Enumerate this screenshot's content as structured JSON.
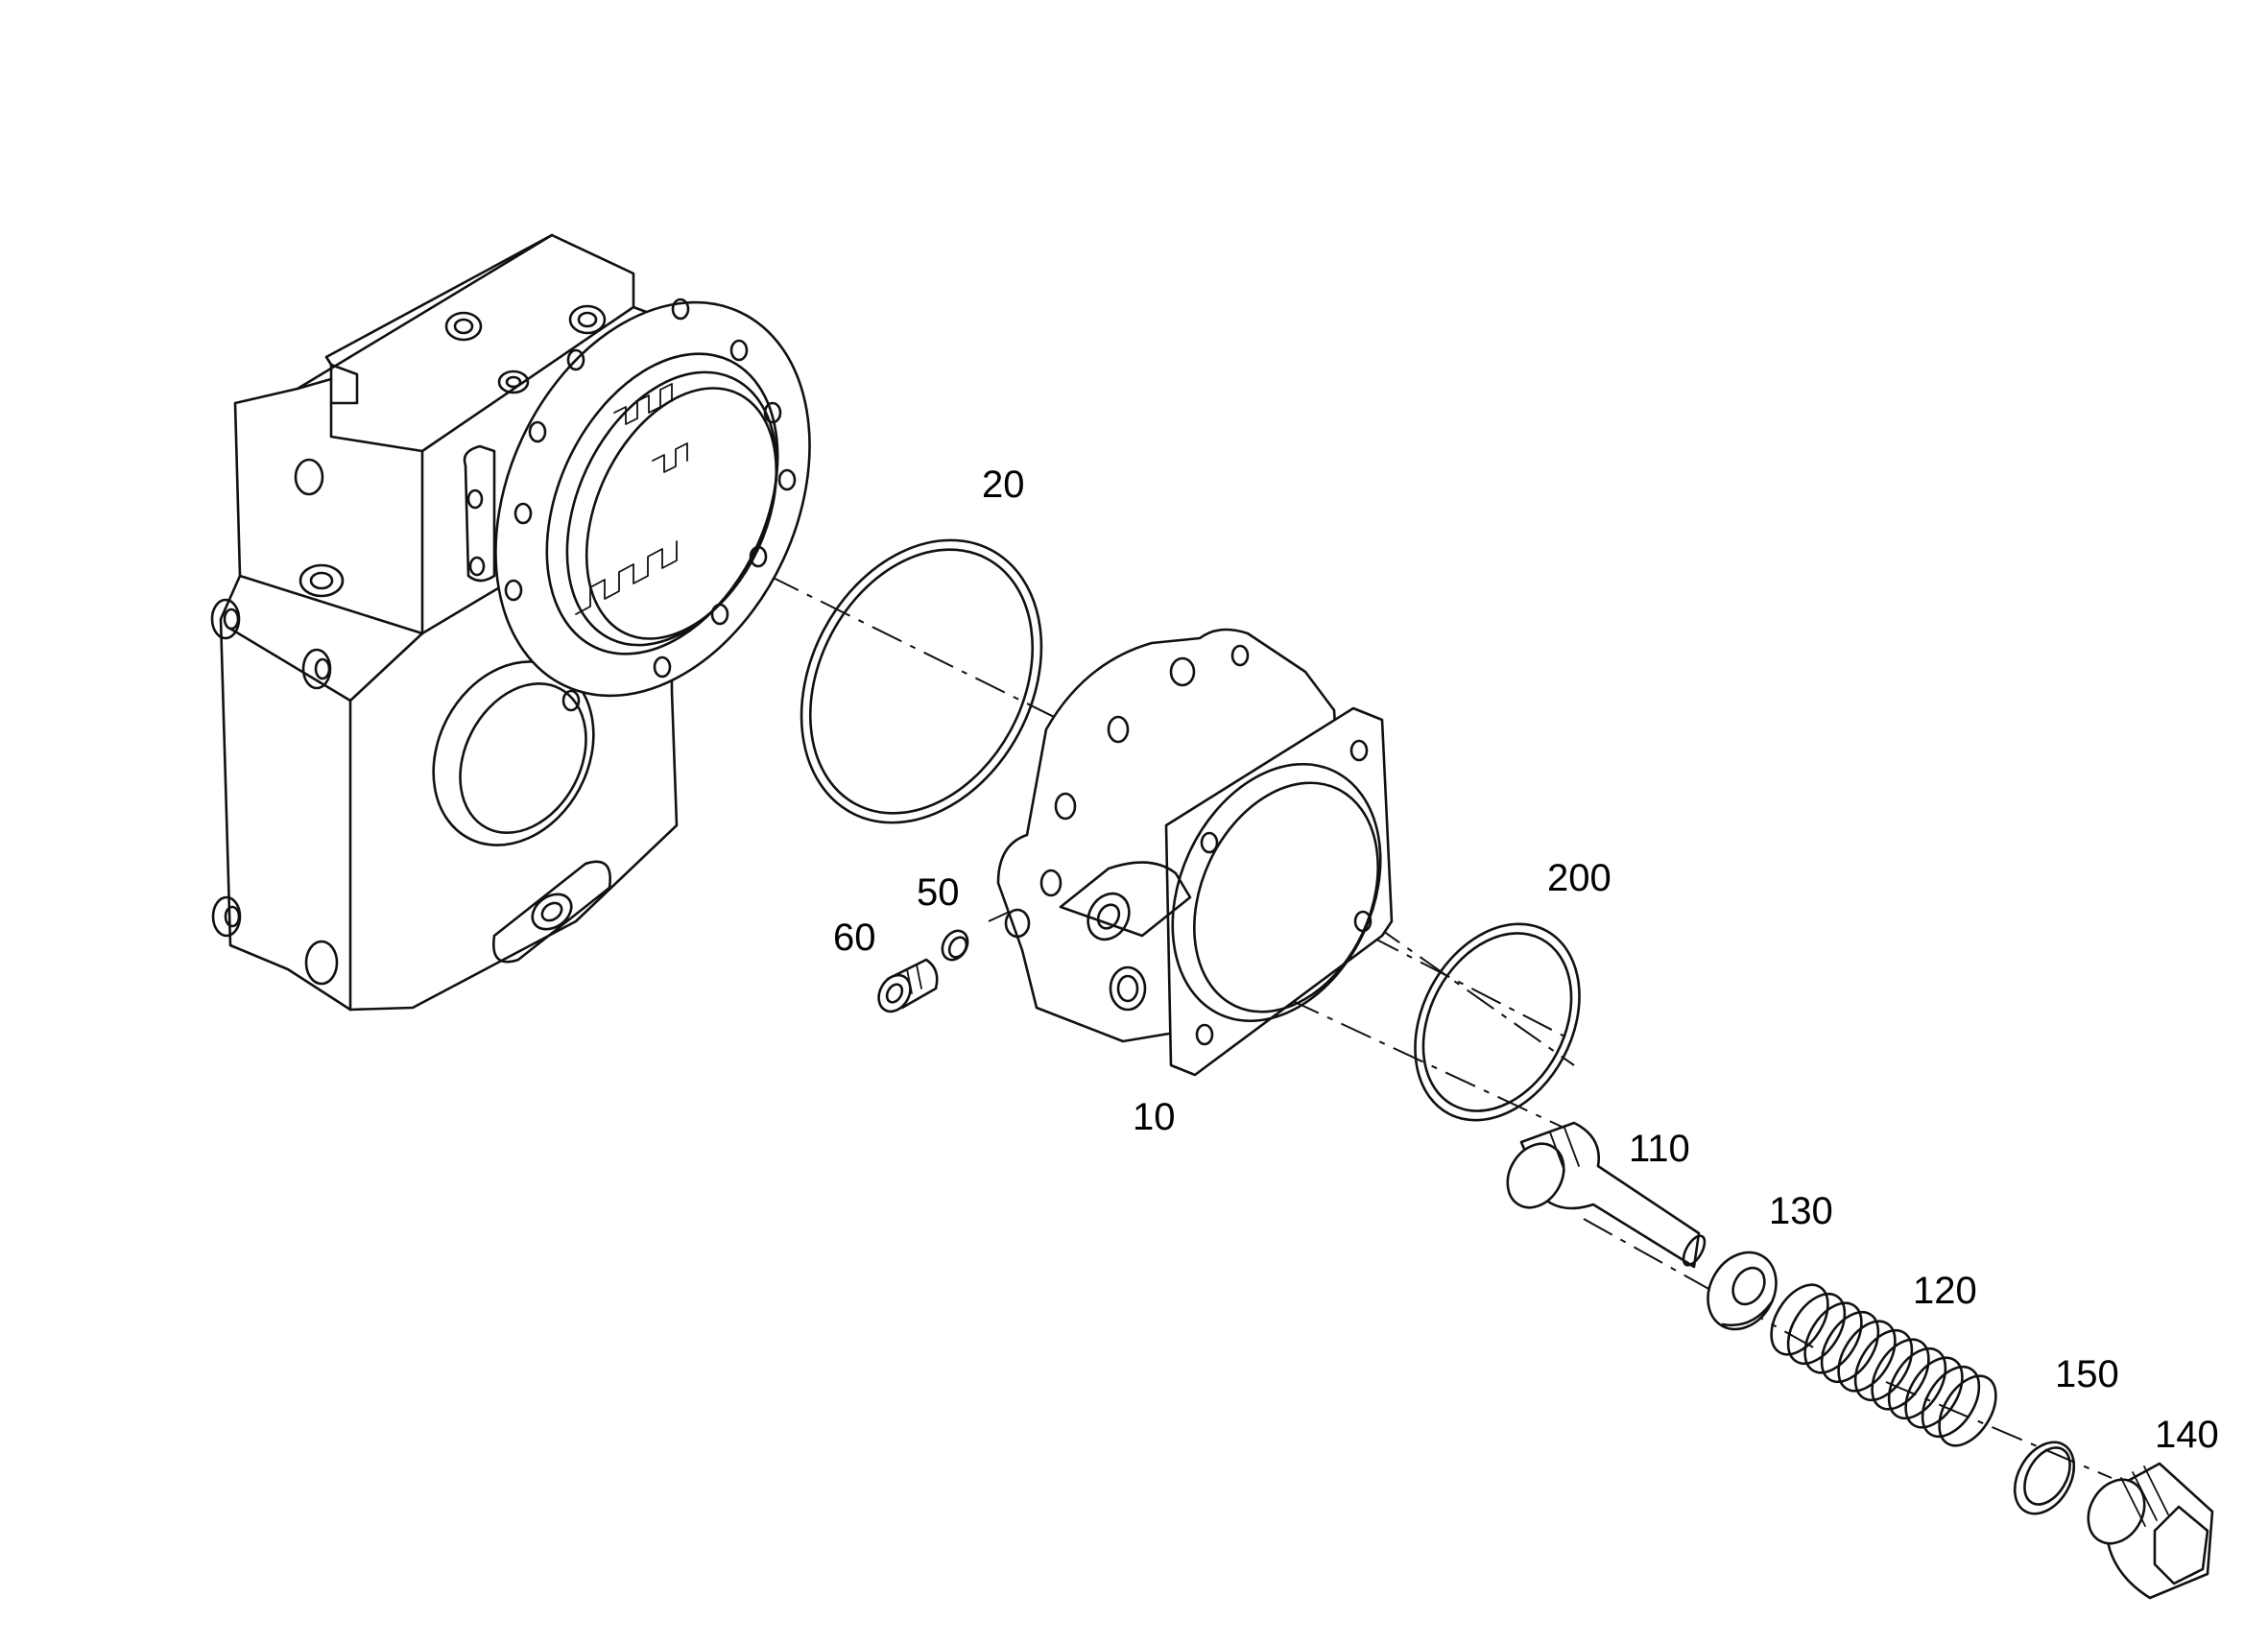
{
  "callouts": {
    "c20": "20",
    "c200": "200",
    "c50": "50",
    "c60": "60",
    "c10": "10",
    "c110": "110",
    "c130": "130",
    "c120": "120",
    "c150": "150",
    "c140": "140"
  },
  "colors": {
    "line": "#111111",
    "background": "#ffffff"
  }
}
